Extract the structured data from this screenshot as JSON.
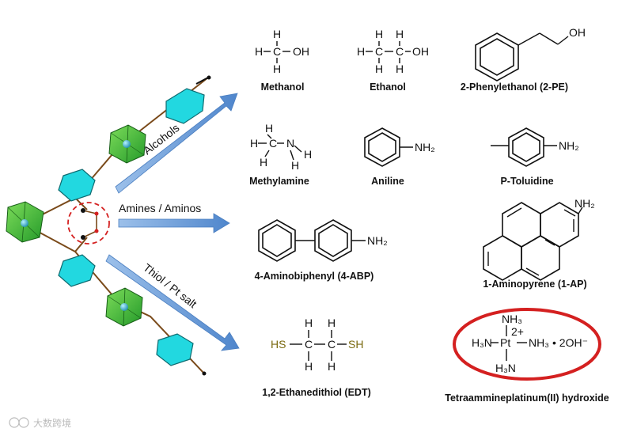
{
  "arrows": {
    "alcohols": "Alcohols",
    "amines": "Amines / Aminos",
    "thiol": "Thiol / Pt salt"
  },
  "molecules": {
    "methanol": {
      "name": "Methanol"
    },
    "ethanol": {
      "name": "Ethanol"
    },
    "phenylethanol": {
      "name": "2-Phenylethanol (2-PE)"
    },
    "methylamine": {
      "name": "Methylamine"
    },
    "aniline": {
      "name": "Aniline"
    },
    "toluidine": {
      "name": "P-Toluidine"
    },
    "aminobiphenyl": {
      "name": "4-Aminobiphenyl (4-ABP)"
    },
    "aminopyrene": {
      "name": "1-Aminopyrene (1-AP)"
    },
    "ethanedithiol": {
      "name": "1,2-Ethanedithiol (EDT)"
    },
    "pt_salt": {
      "name": "Tetraammineplatinum(II) hydroxide"
    }
  },
  "atoms": {
    "H": "H",
    "C": "C",
    "OH": "OH",
    "N": "N",
    "NH2": "NH₂",
    "SH": "SH",
    "HS": "HS",
    "NH3": "NH₃",
    "H3N": "H₃N",
    "Pt": "Pt",
    "charge": "2+",
    "counter": "• 2OH⁻"
  },
  "watermark": "大数跨境",
  "colors": {
    "arrow_blue": "#5b8fd0",
    "octahedron_green": "#3cb83c",
    "linker_cyan": "#22d8e0",
    "highlight_red": "#d42020",
    "thiol_yellow": "#7a6a10"
  }
}
